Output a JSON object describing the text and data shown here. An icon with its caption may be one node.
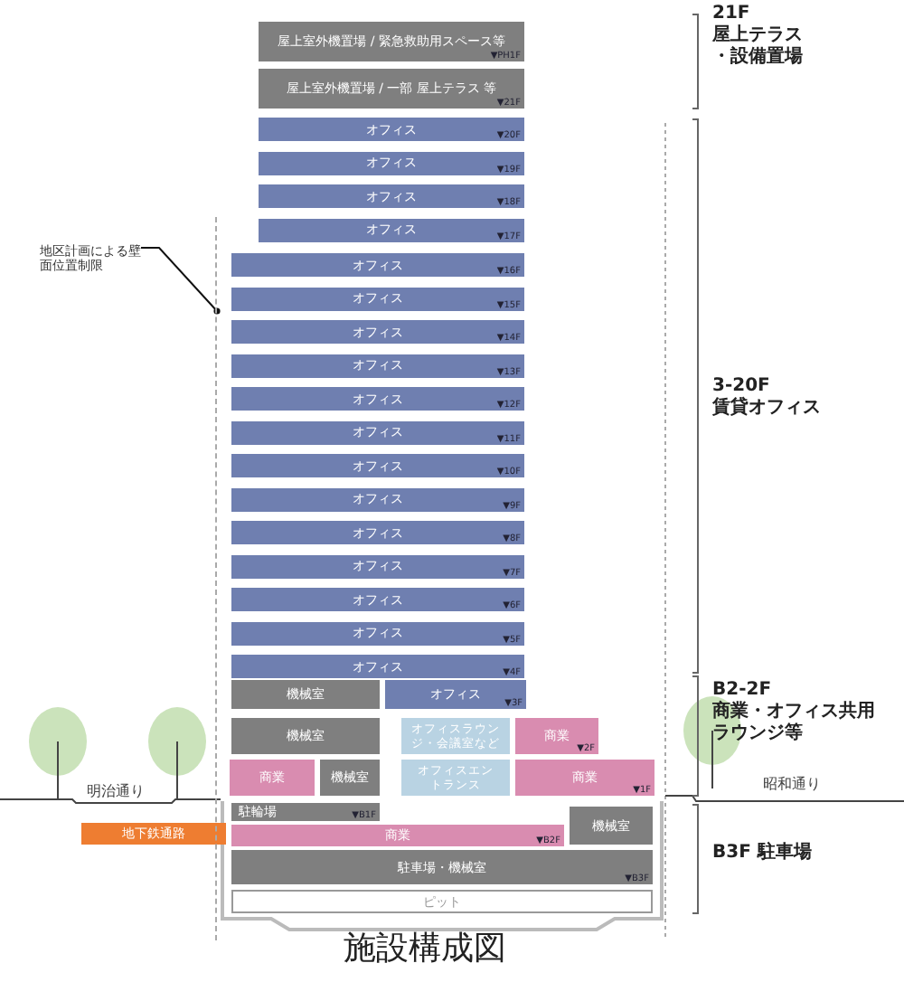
{
  "diagram": {
    "caption": "施設構成図",
    "nodes": [
      {
        "text": [
          "屋上室外機置場 / 緊急救助用スペース等",
          "▼PH1F"
        ]
      },
      {
        "text": [
          "屋上室外機置場 / 一部 屋上テラス 等",
          "▼21F"
        ]
      },
      {
        "text": [
          "オフィス",
          "▼20F"
        ]
      },
      {
        "text": [
          "オフィス",
          "▼19F"
        ]
      },
      {
        "text": [
          "オフィス",
          "▼18F"
        ]
      },
      {
        "text": [
          "オフィス",
          "▼17F"
        ]
      },
      {
        "text": [
          "オフィス",
          "▼16F"
        ]
      },
      {
        "text": [
          "オフィス",
          "▼15F"
        ]
      },
      {
        "text": [
          "オフィス",
          "▼14F"
        ]
      },
      {
        "text": [
          "オフィス",
          "▼13F"
        ]
      },
      {
        "text": [
          "オフィス",
          "▼12F"
        ]
      },
      {
        "text": [
          "オフィス",
          "▼11F"
        ]
      },
      {
        "text": [
          "オフィス",
          "▼10F"
        ]
      },
      {
        "text": [
          "オフィス",
          "▼9F"
        ]
      },
      {
        "text": [
          "オフィス",
          "▼8F"
        ]
      },
      {
        "text": [
          "オフィス",
          "▼7F"
        ]
      },
      {
        "text": [
          "オフィス",
          "▼6F"
        ]
      },
      {
        "text": [
          "オフィス",
          "▼5F"
        ]
      },
      {
        "text": [
          "オフィス",
          "▼4F"
        ]
      },
      {
        "text": [
          "機械室"
        ]
      },
      {
        "text": [
          "オフィス",
          "▼3F"
        ]
      },
      {
        "text": [
          "機械室"
        ]
      },
      {
        "text": [
          "オフィスラウンジ・会議室など"
        ]
      },
      {
        "text": [
          "商業",
          "▼2F"
        ]
      },
      {
        "text": [
          "商業"
        ]
      },
      {
        "text": [
          "機械室"
        ]
      },
      {
        "text": [
          "オフィスエントランス"
        ]
      },
      {
        "text": [
          "商業",
          "▼1F"
        ]
      },
      {
        "text": [
          "駐輪場",
          "▼B1F"
        ]
      },
      {
        "text": [
          "商業",
          "▼B2F"
        ]
      },
      {
        "text": [
          "機械室"
        ]
      },
      {
        "text": [
          "駐車場・機械室",
          "▼B3F"
        ]
      },
      {
        "text": [
          "ピット"
        ]
      },
      {
        "text": [
          "地下鉄通路"
        ]
      },
      {
        "text": [
          "地区計画による壁面位置制限"
        ]
      },
      {
        "text": [],
        "shape": "bar"
      }
    ],
    "edges": [
      {
        "from": 34,
        "to": 35,
        "arrow": "other"
      }
    ],
    "labels": [
      "21F",
      "屋上テラス・設備置場",
      "3-20F",
      "賃貸オフィス",
      "B2-2F",
      "商業・オフィス共用ラウンジ等",
      "B3F 駐車場",
      "明治通り",
      "昭和通り"
    ]
  }
}
